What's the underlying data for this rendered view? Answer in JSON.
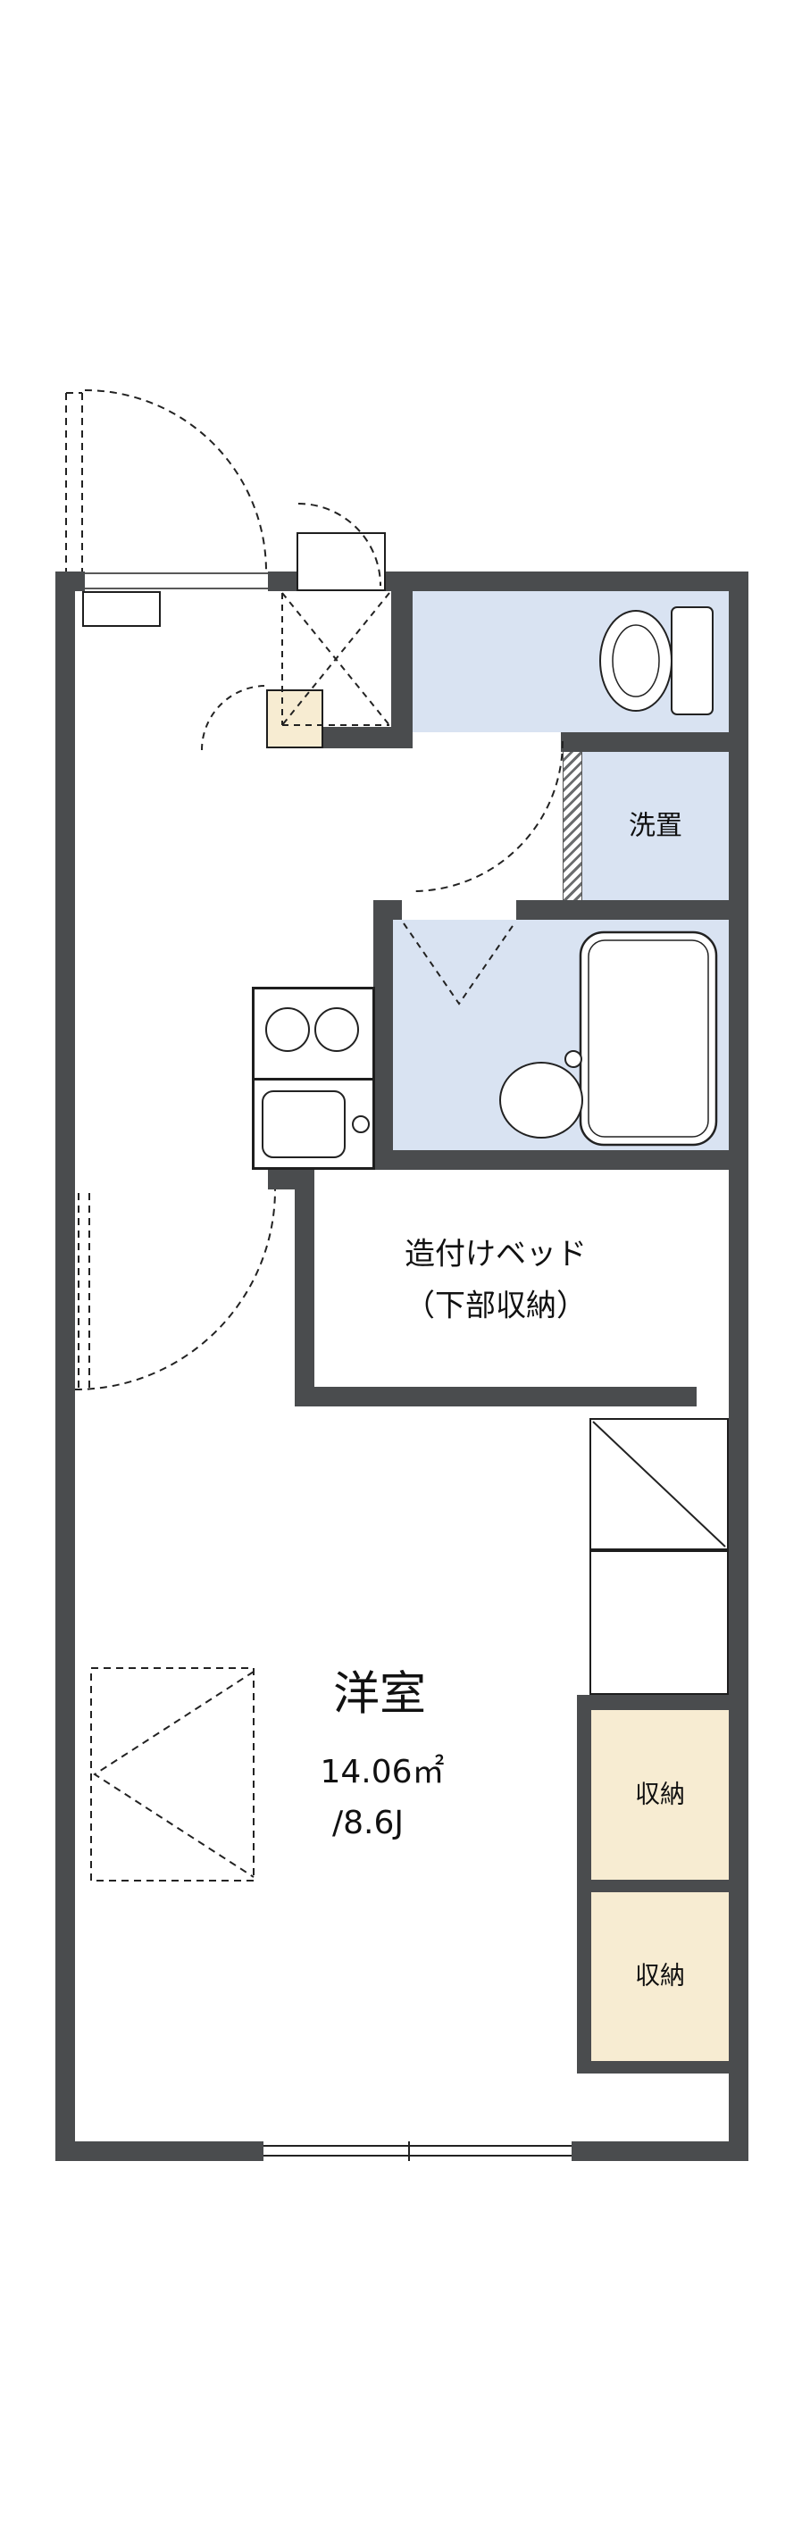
{
  "colors": {
    "wall": "#4a4c4e",
    "line": "#1e1e1e",
    "bath": "#d9e3f2",
    "cream": "#f7ecd2"
  },
  "labels": {
    "laundry": "洗置",
    "bed_line1": "造付けベッド",
    "bed_line2": "（下部収納）",
    "main_room": "洋室",
    "area_m2": "14.06㎡",
    "area_jo": "/8.6J",
    "storage_a": "収納",
    "storage_b": "収納"
  }
}
